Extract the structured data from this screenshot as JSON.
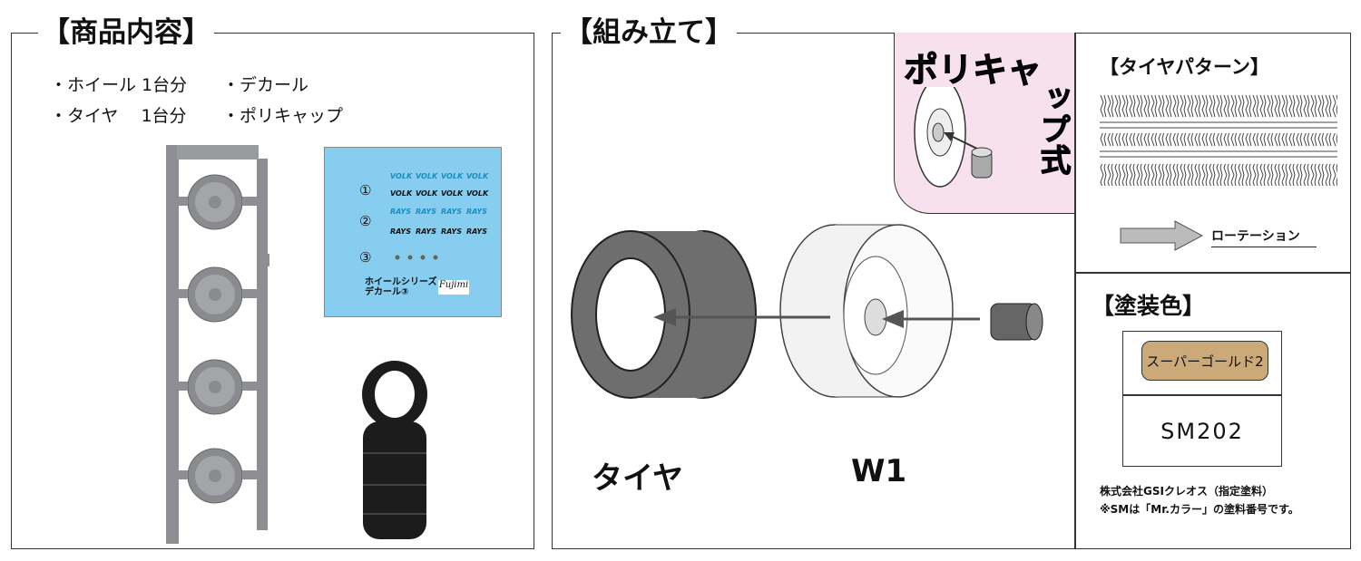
{
  "contents": {
    "title": "【商品内容】",
    "items": [
      "・ホイール 1台分",
      "・タイヤ　 1台分",
      "・デカール",
      "・ポリキャップ"
    ]
  },
  "decal": {
    "numbers": [
      "①",
      "②",
      "③"
    ],
    "logo1": "VOLK",
    "logo2": "RAYS",
    "sheet_title_line1": "ホイールシリーズ",
    "sheet_title_line2": "デカール③",
    "brand": "Fujimi"
  },
  "assembly": {
    "title": "【組み立て】",
    "tire_label": "タイヤ",
    "wheel_label": "W1"
  },
  "polycap": {
    "label_line1": "ポリキャ",
    "label_vertical": "ップ式"
  },
  "tire_pattern": {
    "title": "【タイヤパターン】",
    "rotation_label": "ローテーション"
  },
  "paint": {
    "title": "【塗装色】",
    "color_name": "スーパーゴールド2",
    "code": "SM202",
    "note1": "株式会社GSIクレオス（指定塗料）",
    "note2": "※SMは「Mr.カラー」の塗料番号です。",
    "gold_color": "#cba978"
  }
}
